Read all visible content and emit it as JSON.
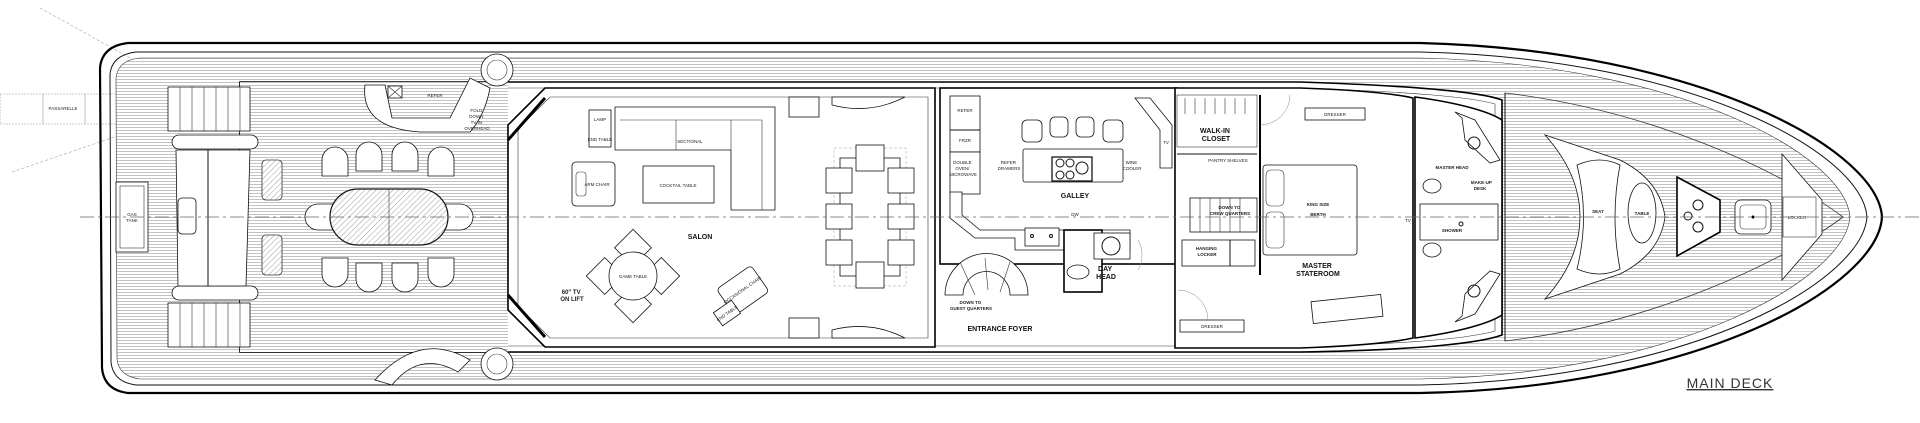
{
  "drawing_title": "MAIN DECK",
  "aft_deck": {
    "passarelle": "PASSARELLE",
    "gas_tank": [
      "GAS",
      "TANK"
    ],
    "refer": "REFER",
    "fold_down_tv": [
      "FOLD",
      "DOWN",
      "TV IN",
      "OVERHEAD"
    ]
  },
  "salon": {
    "name": "SALON",
    "sectional": "SECTIONAL",
    "cocktail_table": "COCKTAIL TABLE",
    "lamp": "LAMP",
    "end_table": "END TABLE",
    "arm_chair": "ARM CHAIR",
    "game_table": "GAME TABLE",
    "occasional_chair": "OCCASIONAL CHAIR",
    "end_table_2": "END TABLE",
    "tv_on_lift": [
      "60\" TV",
      "ON LIFT"
    ]
  },
  "galley": {
    "name": "GALLEY",
    "refer": "REFER",
    "frzr": "FRZR",
    "oven": [
      "DOUBLE",
      "OVEN/",
      "MICROWAVE"
    ],
    "refer_drawers": [
      "REFER",
      "DRAWERS"
    ],
    "wine_cooler": [
      "WINE",
      "COOLER"
    ],
    "tv": "TV",
    "dw": "DW"
  },
  "foyer": {
    "entrance_foyer": "ENTRANCE FOYER",
    "down_to_guest": [
      "DOWN TO",
      "GUEST QUARTERS"
    ],
    "day_head": [
      "DAY",
      "HEAD"
    ]
  },
  "master": {
    "walk_in_closet": [
      "WALK-IN",
      "CLOSET"
    ],
    "pantry_shelves": "PANTRY SHELVES",
    "down_to_crew": [
      "DOWN TO",
      "CREW QUARTERS"
    ],
    "hanging_locker": [
      "HANGING",
      "LOCKER"
    ],
    "king_size": "KING SIZE",
    "berth": "BERTH",
    "stateroom": [
      "MASTER",
      "STATEROOM"
    ],
    "dresser_top": "DRESSER",
    "dresser_bottom": "DRESSER",
    "tv": "TV",
    "master_head": "MASTER HEAD",
    "makeup_desk": [
      "MAKE-UP",
      "DESK"
    ],
    "shower": "SHOWER"
  },
  "foredeck": {
    "seat": "SEAT",
    "table": "TABLE",
    "locker": "LOCKER"
  }
}
